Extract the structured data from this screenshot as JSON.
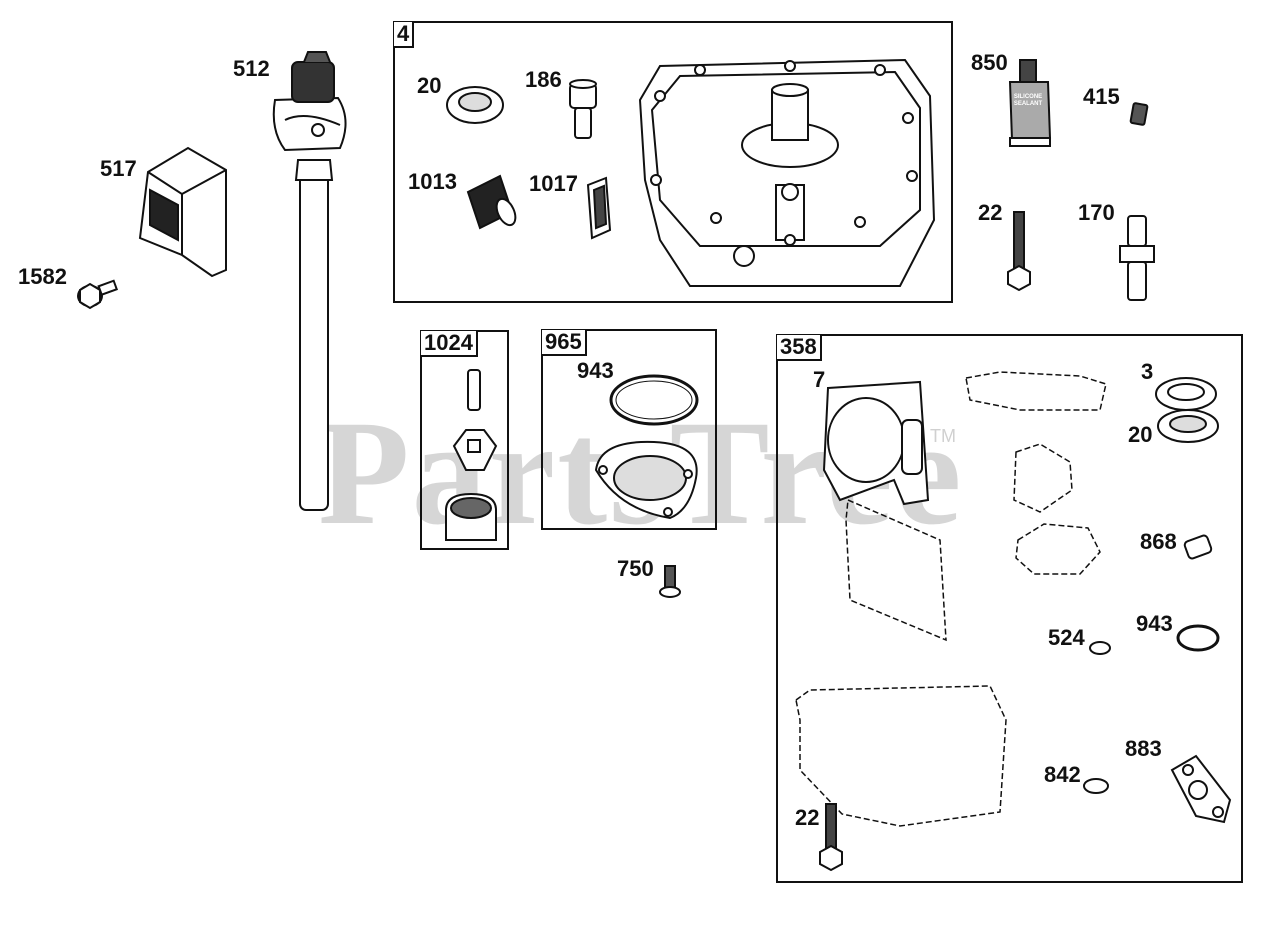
{
  "watermark": {
    "text": "PartsTree",
    "tm": "TM"
  },
  "tube_text": {
    "line1": "SILICONE",
    "line2": "SEALANT"
  },
  "groups": [
    {
      "id": "4",
      "label": "4"
    },
    {
      "id": "1024",
      "label": "1024"
    },
    {
      "id": "965",
      "label": "965"
    },
    {
      "id": "358",
      "label": "358"
    }
  ],
  "callouts": [
    {
      "id": "512",
      "text": "512"
    },
    {
      "id": "517",
      "text": "517"
    },
    {
      "id": "1582",
      "text": "1582"
    },
    {
      "id": "20a",
      "text": "20"
    },
    {
      "id": "186",
      "text": "186"
    },
    {
      "id": "1013",
      "text": "1013"
    },
    {
      "id": "1017",
      "text": "1017"
    },
    {
      "id": "850",
      "text": "850"
    },
    {
      "id": "415",
      "text": "415"
    },
    {
      "id": "22a",
      "text": "22"
    },
    {
      "id": "170",
      "text": "170"
    },
    {
      "id": "943a",
      "text": "943"
    },
    {
      "id": "750",
      "text": "750"
    },
    {
      "id": "7",
      "text": "7"
    },
    {
      "id": "3",
      "text": "3"
    },
    {
      "id": "20b",
      "text": "20"
    },
    {
      "id": "868",
      "text": "868"
    },
    {
      "id": "524",
      "text": "524"
    },
    {
      "id": "943b",
      "text": "943"
    },
    {
      "id": "842",
      "text": "842"
    },
    {
      "id": "883",
      "text": "883"
    },
    {
      "id": "22b",
      "text": "22"
    }
  ]
}
